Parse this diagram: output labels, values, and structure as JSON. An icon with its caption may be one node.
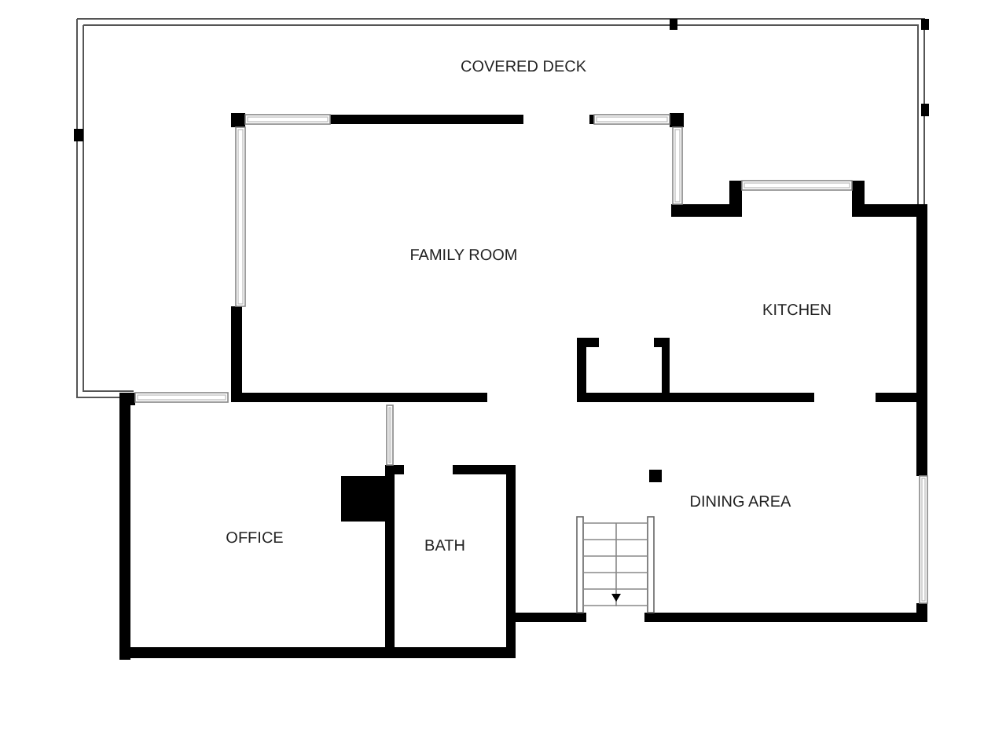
{
  "diagram": {
    "labels": [
      "COVERED DECK",
      "FAMILY ROOM",
      "KITCHEN",
      "OFFICE",
      "BATH",
      "DINING AREA"
    ]
  }
}
